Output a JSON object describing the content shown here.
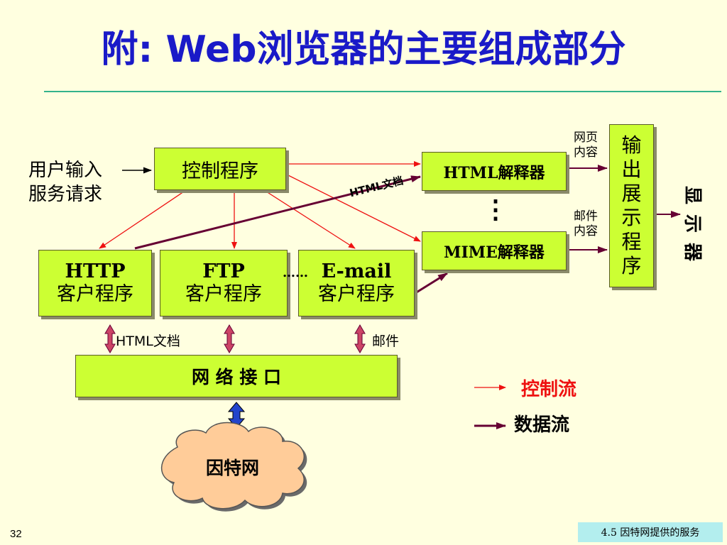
{
  "title": "附: Web浏览器的主要组成部分",
  "user_input": {
    "line1": "用户输入",
    "line2": "服务请求"
  },
  "control_program": "控制程序",
  "html_interpreter": "HTML解释器",
  "mime_interpreter": "MIME解释器",
  "ellipsis_vertical": "⋮",
  "output_program": [
    "输",
    "出",
    "展",
    "示",
    "程",
    "序"
  ],
  "display": [
    "显",
    "示",
    "器"
  ],
  "webpage_content": {
    "line1": "网页",
    "line2": "内容"
  },
  "mail_content": {
    "line1": "邮件",
    "line2": "内容"
  },
  "html_doc_diag": "HTML文档",
  "http_client": {
    "line1": "HTTP",
    "line2": "客户程序"
  },
  "ftp_client": {
    "line1": "FTP",
    "line2": "客户程序"
  },
  "email_client": {
    "line1": "E-mail",
    "line2": "客户程序"
  },
  "ellipsis_horizontal": "……",
  "html_doc_label": "HTML文档",
  "mail_label": "邮件",
  "network_interface": "网 络 接 口",
  "internet": "因特网",
  "legend": {
    "control_flow": "控制流",
    "data_flow": "数据流"
  },
  "page_number": "32",
  "footer": "4.5  因特网提供的服务",
  "colors": {
    "title": "#1A1AC8",
    "box_fill": "#CCFF33",
    "control_arrow": "#EE1111",
    "data_arrow": "#660033",
    "cloud": "#FFCC99",
    "background": "#FFFFE0"
  }
}
